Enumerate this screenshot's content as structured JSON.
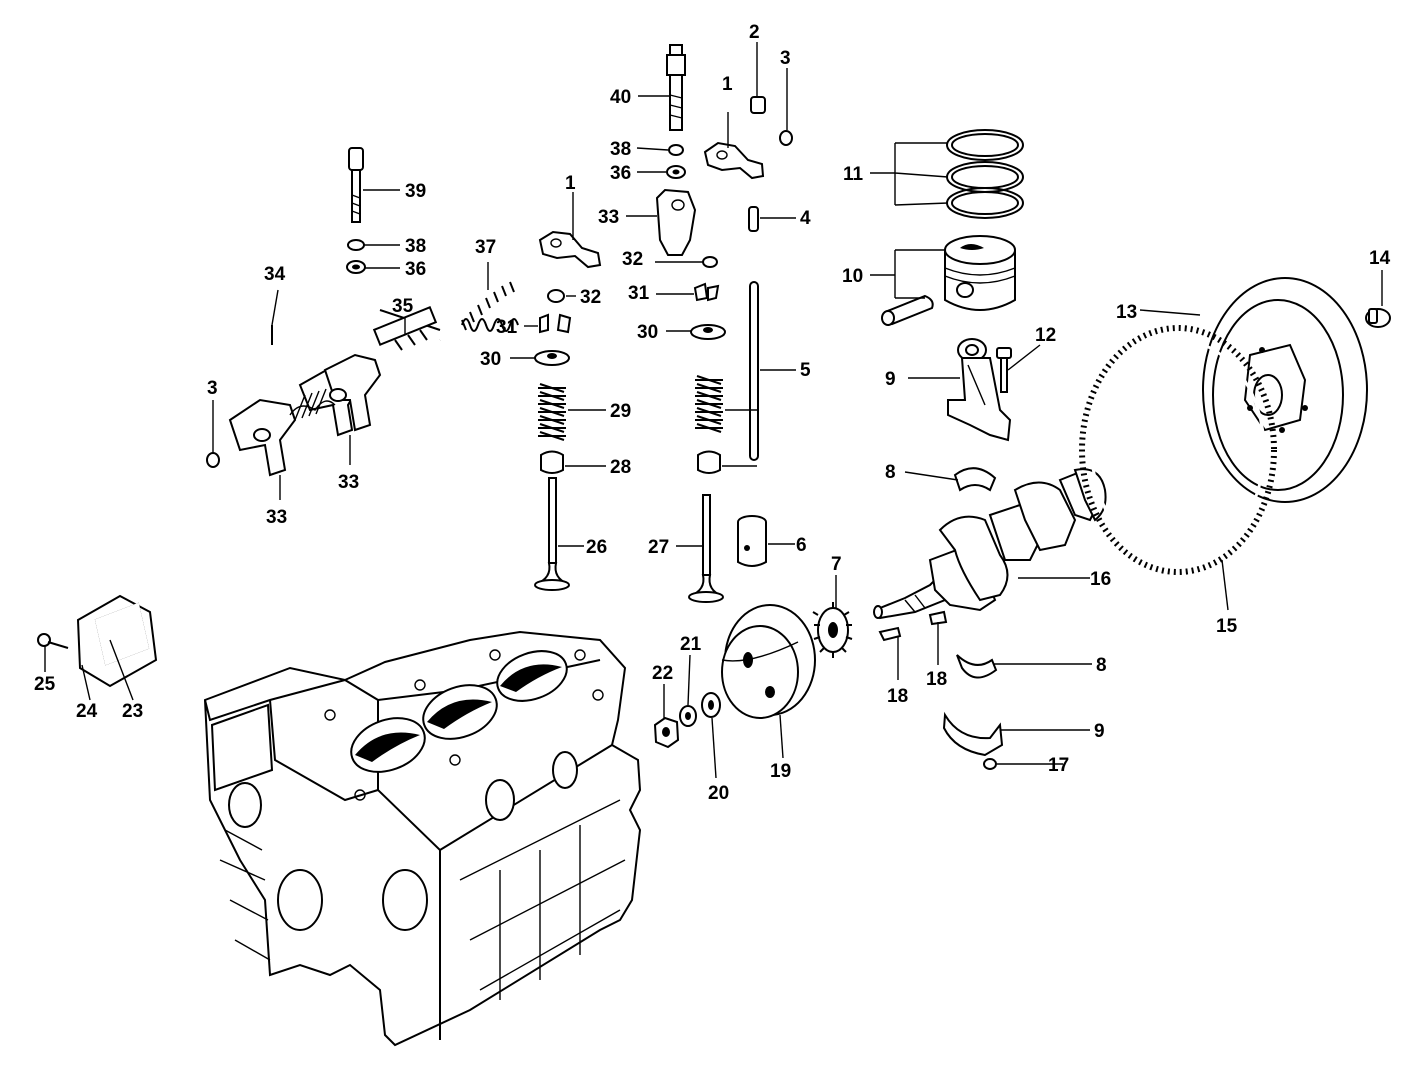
{
  "labels": {
    "c1a": "1",
    "c1b": "1",
    "c2": "2",
    "c3a": "3",
    "c3b": "3",
    "c4": "4",
    "c5": "5",
    "c6": "6",
    "c7": "7",
    "c8a": "8",
    "c8b": "8",
    "c9a": "9",
    "c9b": "9",
    "c10": "10",
    "c11": "11",
    "c12": "12",
    "c13": "13",
    "c14": "14",
    "c15": "15",
    "c16": "16",
    "c17": "17",
    "c18a": "18",
    "c18b": "18",
    "c19": "19",
    "c20": "20",
    "c21": "21",
    "c22": "22",
    "c23": "23",
    "c24": "24",
    "c25": "25",
    "c26": "26",
    "c27": "27",
    "c28": "28",
    "c29": "29",
    "c30a": "30",
    "c30b": "30",
    "c31a": "31",
    "c31b": "31",
    "c32a": "32",
    "c32b": "32",
    "c33a": "33",
    "c33b": "33",
    "c33c": "33",
    "c34": "34",
    "c35": "35",
    "c36a": "36",
    "c36b": "36",
    "c37": "37",
    "c38a": "38",
    "c38b": "38",
    "c39": "39",
    "c40": "40"
  }
}
